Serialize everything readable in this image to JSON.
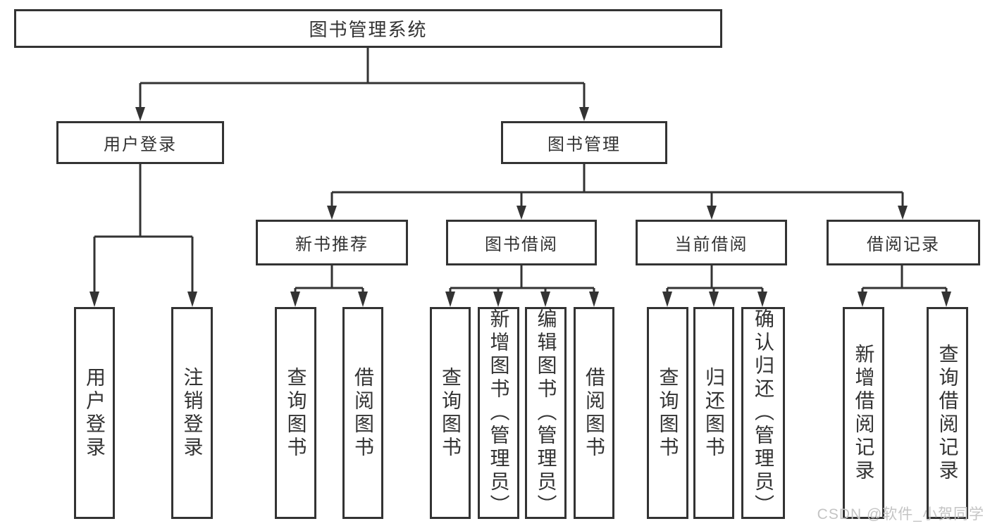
{
  "tree": {
    "root": {
      "label": "图书管理系统",
      "children": [
        {
          "label": "用户登录",
          "children": [
            {
              "label": "用户登录"
            },
            {
              "label": "注销登录"
            }
          ]
        },
        {
          "label": "图书管理",
          "children": [
            {
              "label": "新书推荐",
              "children": [
                {
                  "label": "查询图书"
                },
                {
                  "label": "借阅图书"
                }
              ]
            },
            {
              "label": "图书借阅",
              "children": [
                {
                  "label": "查询图书"
                },
                {
                  "label": "新增图书（管理员）"
                },
                {
                  "label": "编辑图书（管理员）"
                },
                {
                  "label": "借阅图书"
                }
              ]
            },
            {
              "label": "当前借阅",
              "children": [
                {
                  "label": "查询图书"
                },
                {
                  "label": "归还图书"
                },
                {
                  "label": "确认归还（管理员）"
                }
              ]
            },
            {
              "label": "借阅记录",
              "children": [
                {
                  "label": "新增借阅记录"
                },
                {
                  "label": "查询借阅记录"
                }
              ]
            }
          ]
        }
      ]
    }
  },
  "watermark": {
    "text": "CSDN @软件_小贺同学"
  },
  "colors": {
    "line": "#333333",
    "text": "#333333",
    "background": "#ffffff",
    "watermark": "#c4c4c4"
  }
}
